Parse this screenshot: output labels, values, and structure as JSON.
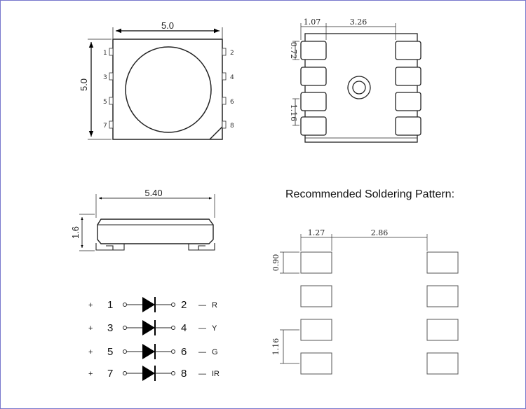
{
  "top_view": {
    "width_label": "5.0",
    "height_label": "5.0",
    "pins_left": [
      "1",
      "3",
      "5",
      "7"
    ],
    "pins_right": [
      "2",
      "4",
      "6",
      "8"
    ]
  },
  "bottom_view": {
    "pad_width_label": "1.07",
    "pad_gap_label": "3.26",
    "pad_height_label": "0.72",
    "pad_pitch_label": "1.16"
  },
  "side_view": {
    "length_label": "5.40",
    "height_label": "1.6"
  },
  "soldering": {
    "title": "Recommended Soldering Pattern:",
    "pad_width_label": "1.27",
    "pad_gap_label": "2.86",
    "pad_height_label": "0.90",
    "pad_pitch_label": "1.16"
  },
  "pinout": [
    {
      "plus": "+",
      "anode": "1",
      "cathode": "2",
      "minus": "—",
      "color": "R"
    },
    {
      "plus": "+",
      "anode": "3",
      "cathode": "4",
      "minus": "—",
      "color": "Y"
    },
    {
      "plus": "+",
      "anode": "5",
      "cathode": "6",
      "minus": "—",
      "color": "G"
    },
    {
      "plus": "+",
      "anode": "7",
      "cathode": "8",
      "minus": "—",
      "color": "IR"
    }
  ]
}
